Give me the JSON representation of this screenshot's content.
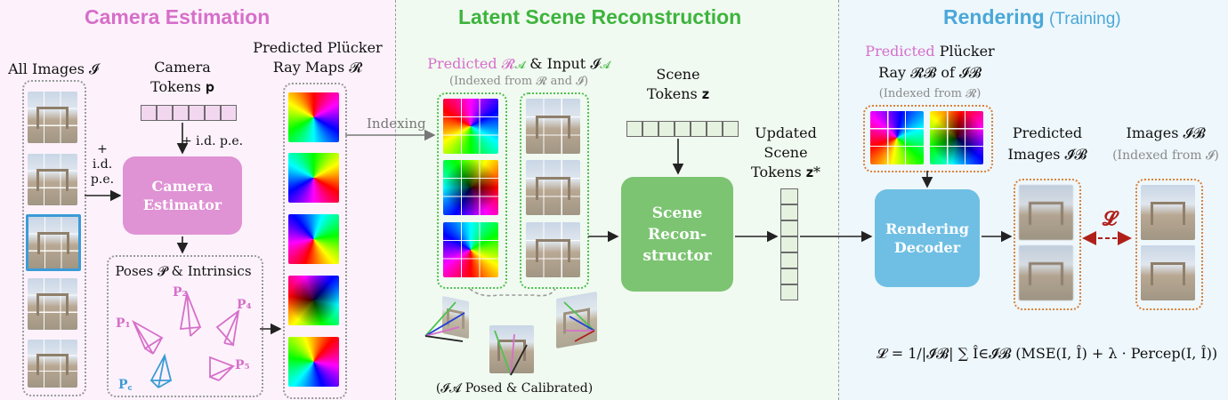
{
  "sections": {
    "camera": {
      "title": "Camera Estimation",
      "color": "#d66fc9",
      "bg": "#fdf2fc"
    },
    "latent": {
      "title": "Latent Scene Reconstruction",
      "color": "#3db43d",
      "bg": "#f1faf1"
    },
    "render": {
      "title": "Rendering",
      "title_suffix": " (Training)",
      "color": "#4aa8d8",
      "bg": "#eef7fc"
    }
  },
  "camera": {
    "all_images": "All Images 𝓘",
    "camera_tokens_l1": "Camera",
    "camera_tokens_l2": "Tokens 𝐩",
    "idpe_top": "+ i.d. p.e.",
    "idpe_left_l1": "+",
    "idpe_left_l2": "i.d.",
    "idpe_left_l3": "p.e.",
    "estimator_l1": "Camera",
    "estimator_l2": "Estimator",
    "poses": "Poses 𝓟 & Intrinsics",
    "p1": "P₁",
    "p2": "P₂",
    "p4": "P₄",
    "p5": "P₅",
    "pc": "P꜀",
    "pred_rays_l1": "Predicted Plücker",
    "pred_rays_l2": "Ray Maps 𝓡"
  },
  "latent": {
    "indexing": "Indexing",
    "pred_header_a": "Predicted 𝓡",
    "pred_header_sub": "𝓐",
    "pred_header_b": " & Input 𝓘",
    "pred_header_sub2": "𝓐",
    "indexed_note": "(Indexed from 𝓡 and 𝓘)",
    "scene_tokens_l1": "Scene",
    "scene_tokens_l2": "Tokens 𝐳",
    "reconstructor_l1": "Scene",
    "reconstructor_l2": "Recon-",
    "reconstructor_l3": "structor",
    "updated_l1": "Updated",
    "updated_l2": "Scene",
    "updated_l3": "Tokens 𝐳*",
    "posed_note": "(𝓘𝓐 Posed & Calibrated)"
  },
  "render": {
    "pred_ray_l1a": "Predicted",
    "pred_ray_l1b": " Plücker",
    "pred_ray_l2": "Ray  𝓡𝓑 of 𝓘𝓑",
    "pred_ray_note": "(Indexed from 𝓡)",
    "decoder_l1": "Rendering",
    "decoder_l2": "Decoder",
    "pred_images_l1": "Predicted",
    "pred_images_l2": "Images 𝓘̂𝓑",
    "images_l1": "Images 𝓘𝓑",
    "images_note": "(Indexed from 𝓘)",
    "loss_symbol": "𝓛",
    "formula": "𝓛 = 1/|𝓘̂𝓑| ∑ Î∈𝓘̂𝓑 (MSE(I, Î) + λ · Percep(I, Î))"
  }
}
